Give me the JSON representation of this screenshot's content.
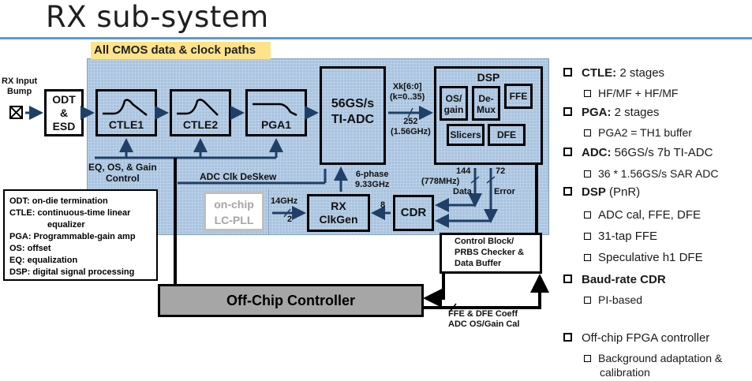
{
  "slide": {
    "title": "RX sub-system"
  },
  "banner": "All CMOS data & clock paths",
  "input": {
    "label_line1": "RX Input",
    "label_line2": "Bump"
  },
  "blocks": {
    "odt_esd": [
      "ODT",
      "&",
      "ESD"
    ],
    "ctle1": "CTLE1",
    "ctle2": "CTLE2",
    "pga1": "PGA1",
    "adc": [
      "56GS/s",
      "TI-ADC"
    ],
    "dsp": "DSP",
    "os_gain": [
      "OS/",
      "gain"
    ],
    "demux": [
      "De-",
      "Mux"
    ],
    "ffe": "FFE",
    "slicers": "Slicers",
    "dfe": "DFE",
    "rx_clkgen": [
      "RX",
      "ClkGen"
    ],
    "cdr": "CDR",
    "control": [
      "Control Block/",
      "PRBS Checker &",
      "Data Buffer"
    ],
    "onchip_pll": [
      "on-chip",
      "LC-PLL"
    ],
    "offchip": "Off-Chip Controller"
  },
  "annotations": {
    "xk_line1": "Xk[6:0]",
    "xk_line2": "(k=0..35)",
    "bus_252": "252",
    "bus_252_rate": "(1.56GHz)",
    "eq_control_line1": "EQ, OS, & Gain",
    "eq_control_line2": "Control",
    "adc_deskew": "ADC Clk DeSkew",
    "six_phase_line1": "6-phase",
    "six_phase_line2": "9.33GHz",
    "bus_144": "144",
    "rate_778": "(778MHz)",
    "data": "Data",
    "bus_72": "72",
    "error": "Error",
    "clk_14": "14GHz",
    "div_2": "2",
    "bus_8": "8",
    "coeff_line1": "FFE & DFE Coeff",
    "coeff_line2": "ADC OS/Gain Cal"
  },
  "legend": [
    "ODT:  on-die termination",
    "CTLE:  continuous-time linear",
    "          equalizer",
    "PGA:  Programmable-gain amp",
    "OS:  offset",
    "EQ:  equalization",
    "DSP:  digital signal processing"
  ],
  "bullets": {
    "ctle": {
      "title": "CTLE:",
      "text": " 2 stages",
      "sub": "HF/MF + HF/MF"
    },
    "pga": {
      "title": "PGA:",
      "text": " 2 stages",
      "sub": "PGA2 = TH1 buffer"
    },
    "adc": {
      "title": "ADC:",
      "text": " 56GS/s 7b TI-ADC",
      "sub": "36 * 1.56GS/s SAR ADC"
    },
    "dsp": {
      "title": "DSP",
      "text": " (PnR)",
      "subs": [
        "ADC cal, FFE, DFE",
        "31-tap FFE",
        "Speculative h1 DFE"
      ]
    },
    "cdr": {
      "title": "Baud-rate CDR",
      "sub": "PI-based"
    },
    "fpga": {
      "text": "Off-chip FPGA controller",
      "sub_line1": "Background adaptation &",
      "sub_line2": "calibration"
    }
  },
  "colors": {
    "region_blue": "#a9c4df",
    "title_rule": "#5b9bd5",
    "banner_yellow": "#ffe38a",
    "offchip_gray": "#a6a6a6"
  }
}
